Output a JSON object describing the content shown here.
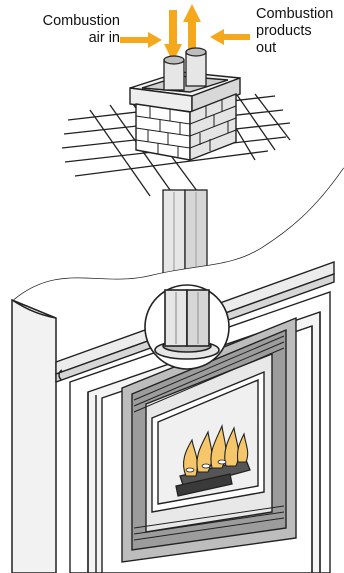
{
  "labels": {
    "air_in": [
      "Combustion",
      "air in"
    ],
    "products_out": [
      "Combustion",
      "products",
      "out"
    ]
  },
  "colors": {
    "arrow": "#f5a81c",
    "line": "#222222",
    "fill_light": "#e6e6e6",
    "fill_mid": "#bdbdbd",
    "fill_dark": "#7a7a7a",
    "flame": "#f5c76a"
  },
  "icons": {
    "arrow_down": "arrow-down-icon",
    "arrow_up": "arrow-up-icon",
    "arrow_left": "arrow-left-icon"
  }
}
